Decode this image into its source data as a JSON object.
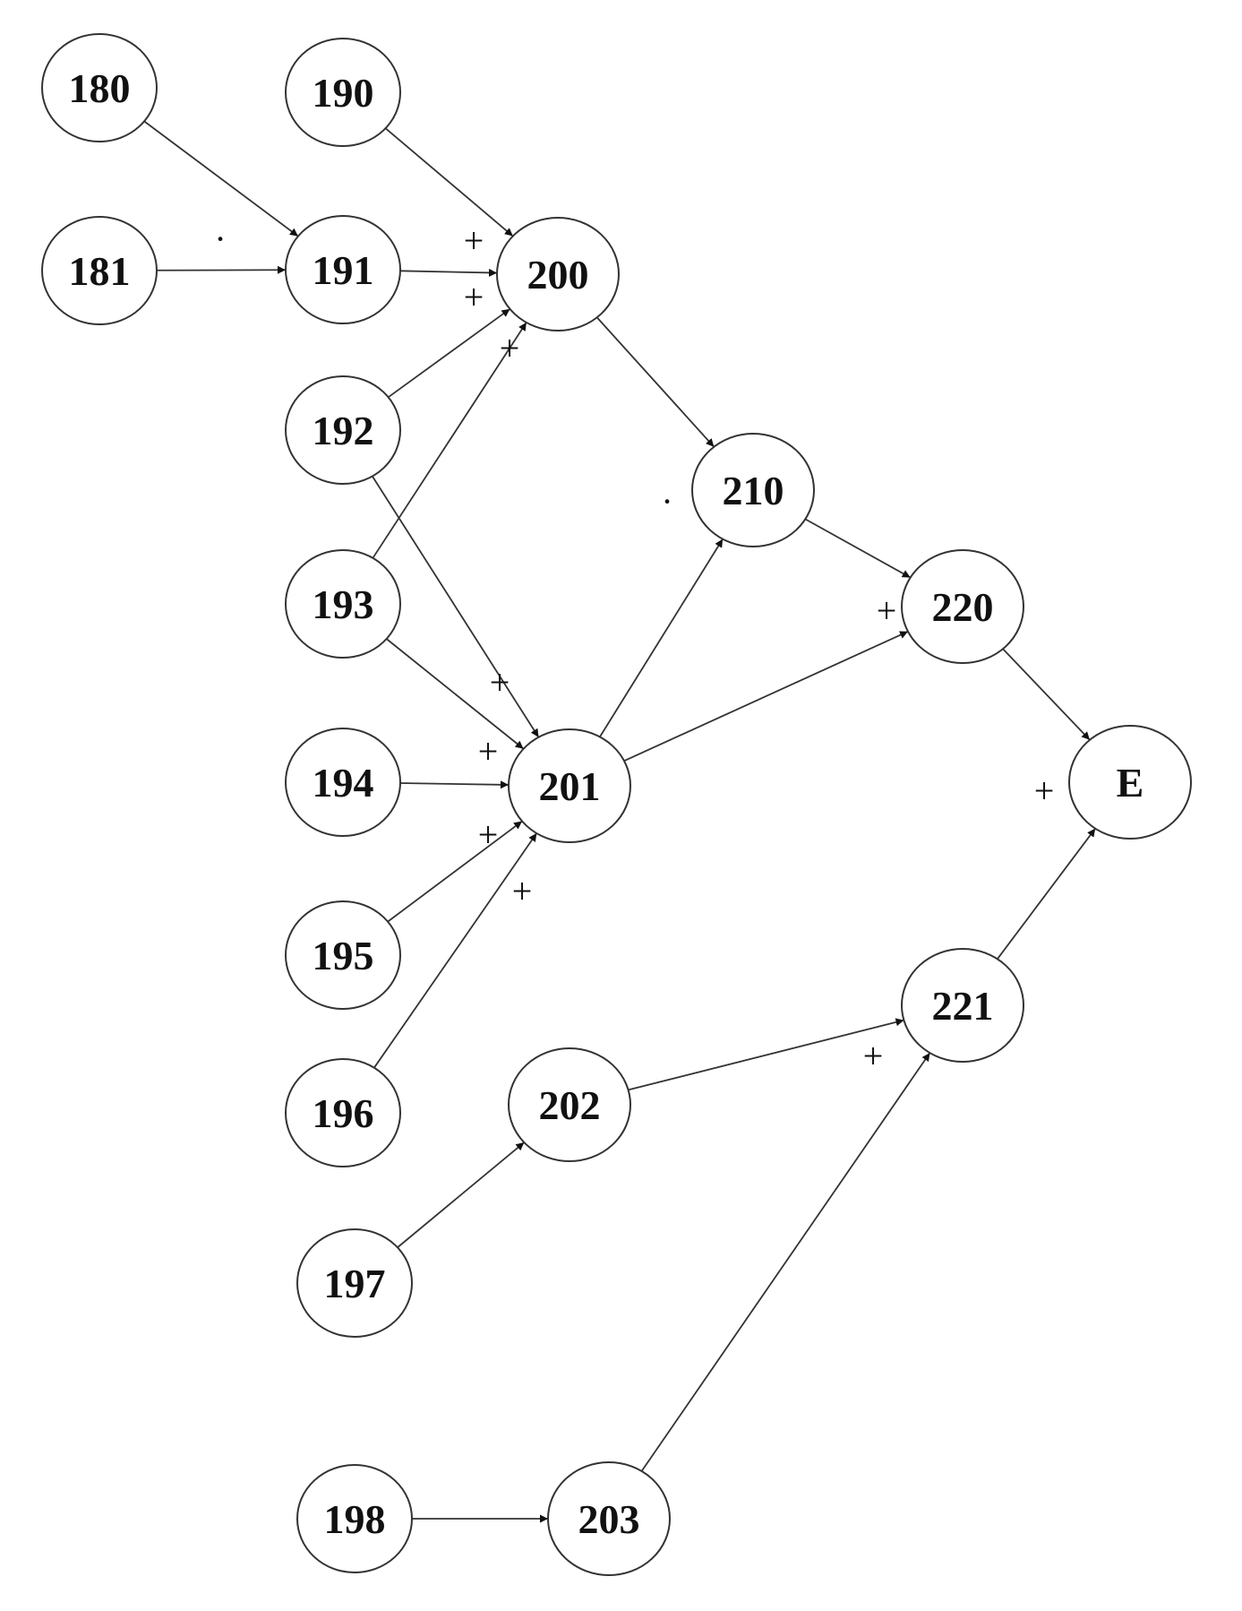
{
  "nodes": [
    {
      "id": "n180",
      "label": "180"
    },
    {
      "id": "n181",
      "label": "181"
    },
    {
      "id": "n190",
      "label": "190"
    },
    {
      "id": "n191",
      "label": "191"
    },
    {
      "id": "n192",
      "label": "192"
    },
    {
      "id": "n193",
      "label": "193"
    },
    {
      "id": "n194",
      "label": "194"
    },
    {
      "id": "n195",
      "label": "195"
    },
    {
      "id": "n196",
      "label": "196"
    },
    {
      "id": "n197",
      "label": "197"
    },
    {
      "id": "n198",
      "label": "198"
    },
    {
      "id": "n200",
      "label": "200"
    },
    {
      "id": "n201",
      "label": "201"
    },
    {
      "id": "n202",
      "label": "202"
    },
    {
      "id": "n203",
      "label": "203"
    },
    {
      "id": "n210",
      "label": "210"
    },
    {
      "id": "n220",
      "label": "220"
    },
    {
      "id": "n221",
      "label": "221"
    },
    {
      "id": "nE",
      "label": "E"
    }
  ],
  "edges": [
    {
      "from": "n180",
      "to": "n191"
    },
    {
      "from": "n181",
      "to": "n191"
    },
    {
      "from": "n190",
      "to": "n200"
    },
    {
      "from": "n191",
      "to": "n200"
    },
    {
      "from": "n192",
      "to": "n200"
    },
    {
      "from": "n193",
      "to": "n200"
    },
    {
      "from": "n192",
      "to": "n201"
    },
    {
      "from": "n193",
      "to": "n201"
    },
    {
      "from": "n194",
      "to": "n201"
    },
    {
      "from": "n195",
      "to": "n201"
    },
    {
      "from": "n196",
      "to": "n201"
    },
    {
      "from": "n200",
      "to": "n210"
    },
    {
      "from": "n201",
      "to": "n210"
    },
    {
      "from": "n210",
      "to": "n220"
    },
    {
      "from": "n201",
      "to": "n220"
    },
    {
      "from": "n220",
      "to": "nE"
    },
    {
      "from": "n221",
      "to": "nE"
    },
    {
      "from": "n197",
      "to": "n202"
    },
    {
      "from": "n202",
      "to": "n221"
    },
    {
      "from": "n198",
      "to": "n203"
    },
    {
      "from": "n203",
      "to": "n221"
    }
  ],
  "operators": {
    "op_191": "·",
    "op_200_a": "+",
    "op_200_b": "+",
    "op_200_c": "+",
    "op_210": "·",
    "op_201_a": "+",
    "op_201_b": "+",
    "op_201_c": "+",
    "op_201_d": "+",
    "op_220": "+",
    "op_E": "+",
    "op_221": "+"
  },
  "colors": {
    "stroke": "#333333",
    "text": "#111111",
    "background": "#ffffff"
  }
}
